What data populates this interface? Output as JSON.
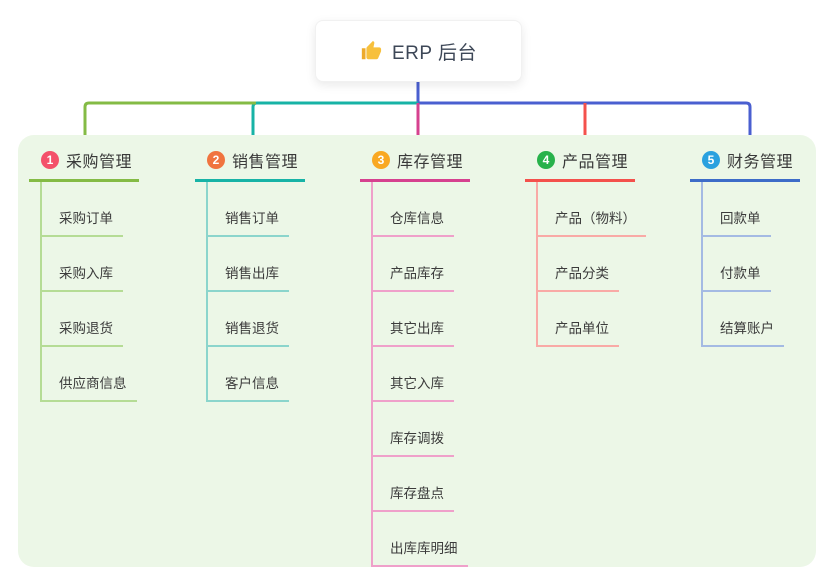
{
  "root": {
    "label": "ERP 后台",
    "icon": "thumbs-up-icon",
    "icon_color": "#f7c03c",
    "text_color": "#3d4757"
  },
  "canvas": {
    "background": "#ffffff",
    "panel_background": "#ecf7e7",
    "root_connector_color": "#4a5fd0"
  },
  "branches": [
    {
      "id": "purchase",
      "number": "1",
      "label": "采购管理",
      "badge_color": "#f4506a",
      "line_color": "#84bb45",
      "light_line_color": "#b5dc95",
      "children": [
        "采购订单",
        "采购入库",
        "采购退货",
        "供应商信息"
      ]
    },
    {
      "id": "sales",
      "number": "2",
      "label": "销售管理",
      "badge_color": "#f0743f",
      "line_color": "#17b3a6",
      "light_line_color": "#8bd5cc",
      "children": [
        "销售订单",
        "销售出库",
        "销售退货",
        "客户信息"
      ]
    },
    {
      "id": "inventory",
      "number": "3",
      "label": "库存管理",
      "badge_color": "#f9a822",
      "line_color": "#d6418f",
      "light_line_color": "#efa0ca",
      "children": [
        "仓库信息",
        "产品库存",
        "其它出库",
        "其它入库",
        "库存调拨",
        "库存盘点",
        "出库库明细"
      ]
    },
    {
      "id": "product",
      "number": "4",
      "label": "产品管理",
      "badge_color": "#28b24b",
      "line_color": "#f4514c",
      "light_line_color": "#f9aaa6",
      "children": [
        "产品（物料）",
        "产品分类",
        "产品单位"
      ]
    },
    {
      "id": "finance",
      "number": "5",
      "label": "财务管理",
      "badge_color": "#2aa1df",
      "line_color": "#3d6cc8",
      "light_line_color": "#a4bae3",
      "children": [
        "回款单",
        "付款单",
        "结算账户"
      ]
    }
  ]
}
